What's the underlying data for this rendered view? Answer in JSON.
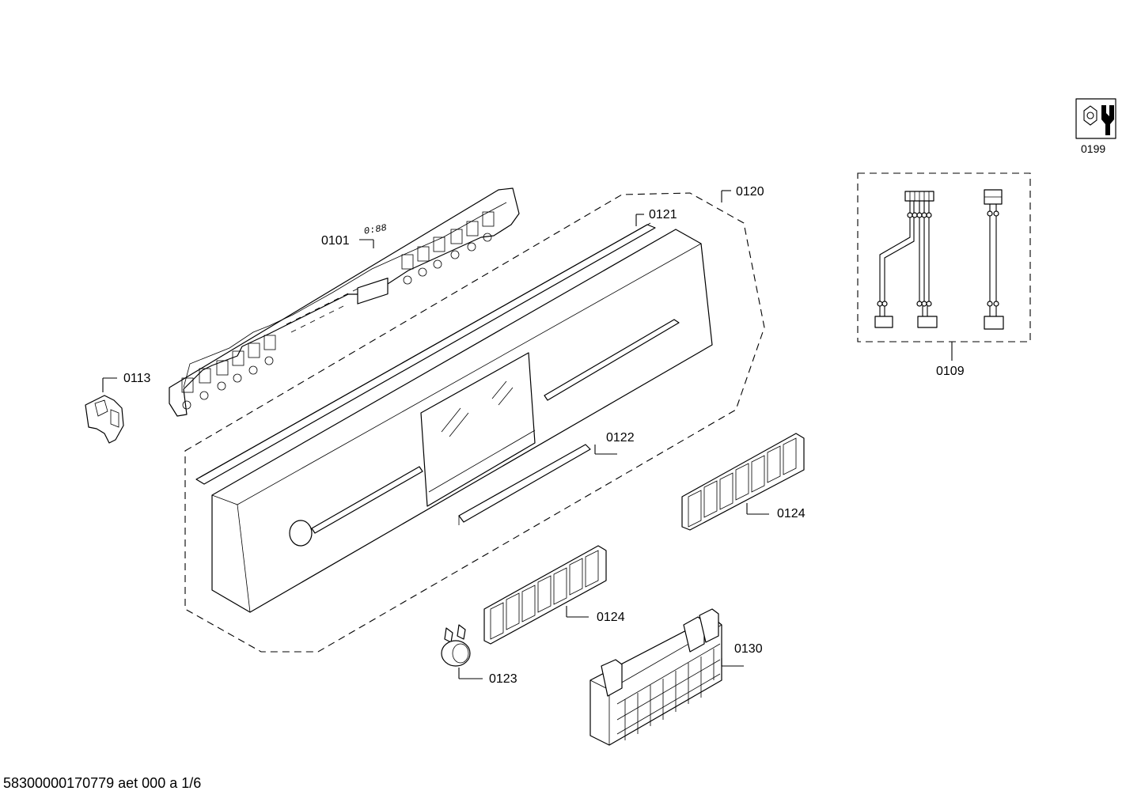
{
  "labels": {
    "p0101": "0101",
    "p0109": "0109",
    "p0113": "0113",
    "p0120": "0120",
    "p0121": "0121",
    "p0122": "0122",
    "p0123": "0123",
    "p0124a": "0124",
    "p0124b": "0124",
    "p0130": "0130",
    "p0199": "0199"
  },
  "footer": {
    "doc_id": "58300000170779 aet 000 a 1/6"
  },
  "icons": {
    "tool": "nut-and-wrench-icon"
  }
}
